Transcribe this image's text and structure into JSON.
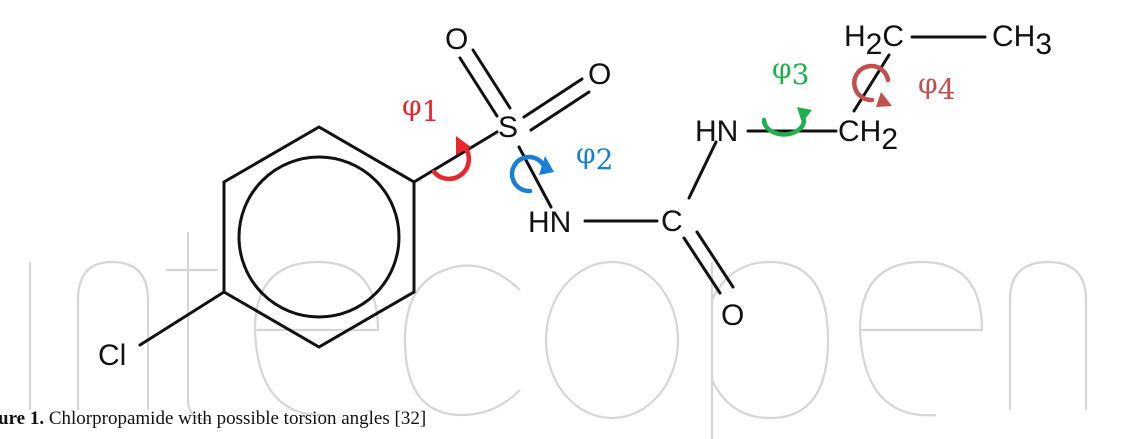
{
  "figure": {
    "atoms": {
      "o_top": "O",
      "o_right": "O",
      "s": "S",
      "hn_left": "HN",
      "c": "C",
      "o_bottom": "O",
      "hn_right": "HN",
      "cl": "Cl",
      "ch2": "CH",
      "ch2_sub": "2",
      "h2c_h": "H",
      "h2c_sub": "2",
      "h2c_c": "C",
      "ch3": "CH",
      "ch3_sub": "3"
    },
    "torsions": [
      {
        "symbol": "φ",
        "index": "1",
        "color": "#e8262b"
      },
      {
        "symbol": "φ",
        "index": "2",
        "color": "#1a7fd4"
      },
      {
        "symbol": "φ",
        "index": "3",
        "color": "#1fb04e"
      },
      {
        "symbol": "φ",
        "index": "4",
        "color": "#c0504d"
      }
    ],
    "watermark_icon": "intechopen-watermark"
  },
  "caption": {
    "label": "ure 1.",
    "text": " Chlorpropamide with possible torsion angles [32]"
  }
}
